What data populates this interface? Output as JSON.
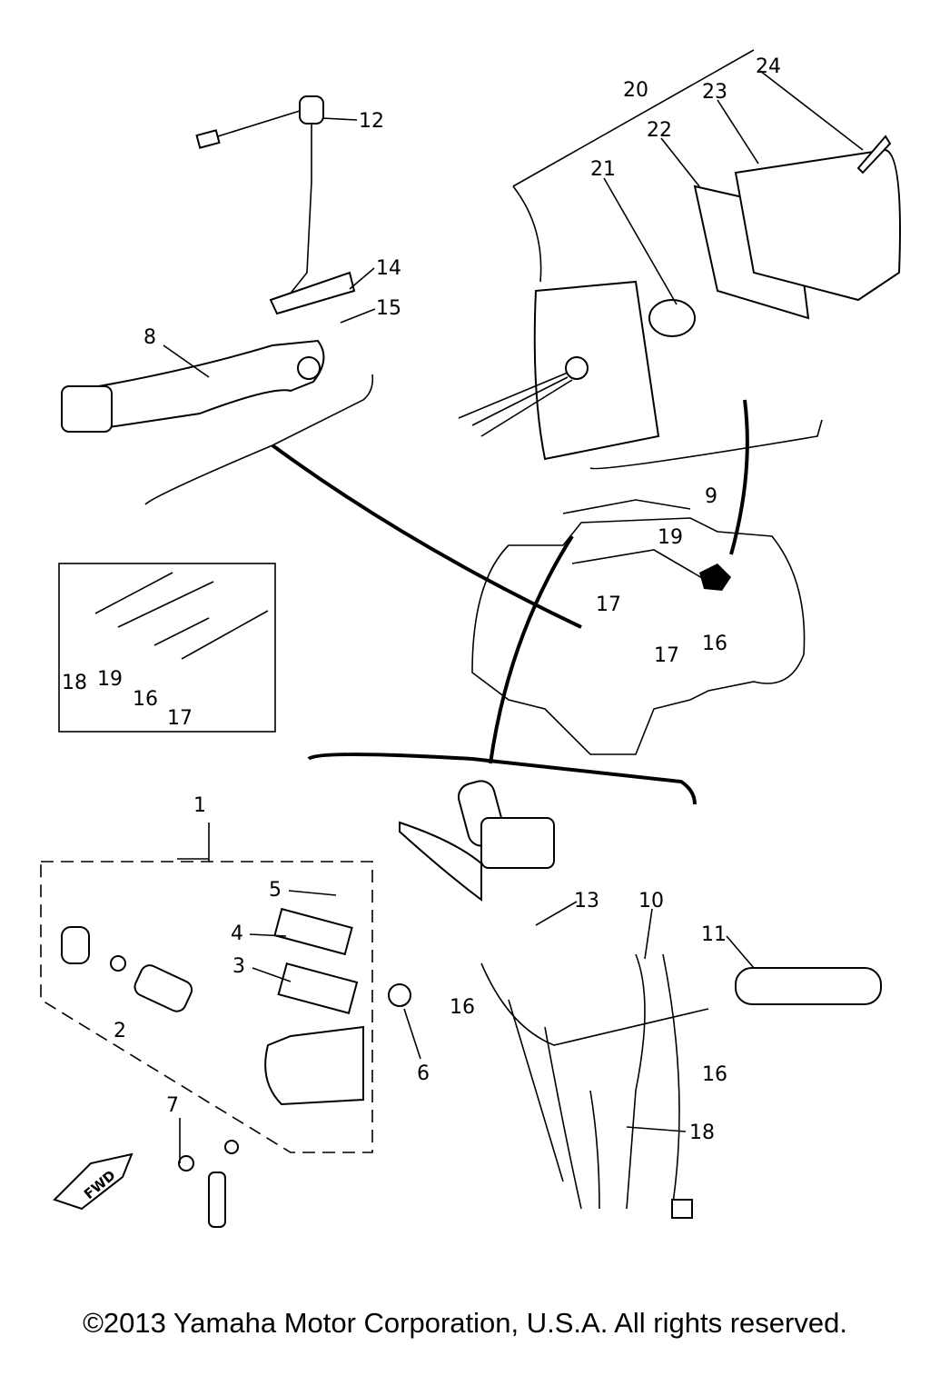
{
  "diagram": {
    "title_hidden": "",
    "callouts": [
      "12",
      "14",
      "15",
      "8",
      "20",
      "24",
      "23",
      "22",
      "21",
      "9",
      "19",
      "17",
      "17",
      "16",
      "18",
      "19",
      "16",
      "17",
      "1",
      "5",
      "4",
      "3",
      "2",
      "6",
      "7",
      "13",
      "10",
      "11",
      "16",
      "16",
      "18"
    ],
    "fwd_label": "FWD"
  },
  "footer": {
    "copyright": "©2013 Yamaha Motor Corporation, U.S.A. All rights reserved."
  }
}
